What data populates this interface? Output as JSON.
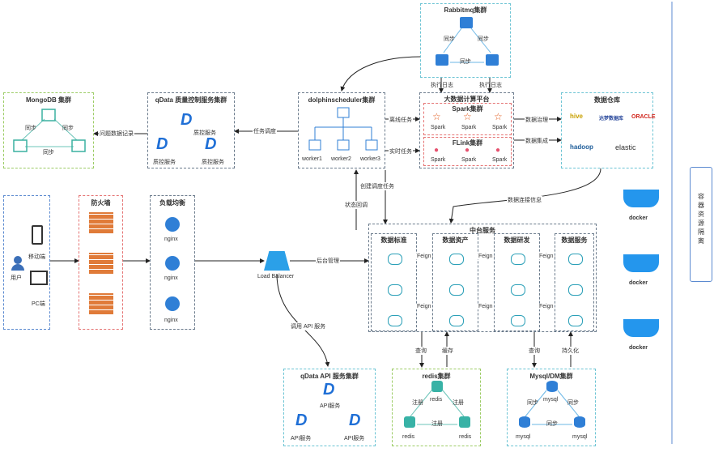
{
  "rabbitmq": {
    "title": "Rabbitmq集群",
    "sync1": "同步",
    "sync2": "同步",
    "sync3": "同步",
    "log1": "执行日志",
    "log2": "执行日志"
  },
  "mongodb": {
    "title": "MongoDB 集群",
    "sync1": "同步",
    "sync2": "同步",
    "sync3": "同步"
  },
  "qdata_qc": {
    "title": "qData 质量控制服务集群",
    "svc1": "质控服务",
    "svc2": "质控服务",
    "svc3": "质控服务"
  },
  "dolphin": {
    "title": "dolphinscheduler集群",
    "w1": "worker1",
    "w2": "worker2",
    "w3": "worker3"
  },
  "bigdata": {
    "title": "大数据计算平台",
    "spark_title": "Spark集群",
    "flink_title": "FLink集群",
    "spark": "Spark",
    "flink": "Spark"
  },
  "warehouse": {
    "title": "数据仓库",
    "logos": [
      "hive",
      "达梦数据库",
      "ORACLE",
      "hadoop",
      "elastic"
    ]
  },
  "edges": {
    "qc_record": "问题数据记录",
    "task_dispatch": "任务调度",
    "offline": "离线任务",
    "realtime": "实时任务",
    "governance": "数据治理",
    "integration": "数据集成",
    "create_task": "创建调度任务",
    "status": "状态回调",
    "conn_info": "数据连接信息",
    "backend": "后台管理",
    "api_call": "调用 API 服务",
    "query1": "查询",
    "cache": "缓存",
    "query2": "查询",
    "persist": "持久化",
    "feign": "Feign"
  },
  "users": {
    "mobile": "移动端",
    "user": "用户",
    "pc": "PC端"
  },
  "firewall": {
    "title": "防火墙"
  },
  "lb_cluster": {
    "title": "负载均衡",
    "node": "nginx"
  },
  "lb": {
    "label": "Load Balancer"
  },
  "platform": {
    "title": "中台服务",
    "cols": [
      "数据标准",
      "数据资产",
      "数据研发",
      "数据服务"
    ]
  },
  "api_cluster": {
    "title": "qData API 服务集群",
    "svc": "API服务"
  },
  "redis": {
    "title": "redis集群",
    "node": "redis",
    "reg": "注册",
    "sync": "注册"
  },
  "mysql": {
    "title": "Mysql/DM集群",
    "node": "mysql",
    "sync": "同步"
  },
  "docker": {
    "label": "docker"
  },
  "side": {
    "text": "容器资源隔离"
  }
}
